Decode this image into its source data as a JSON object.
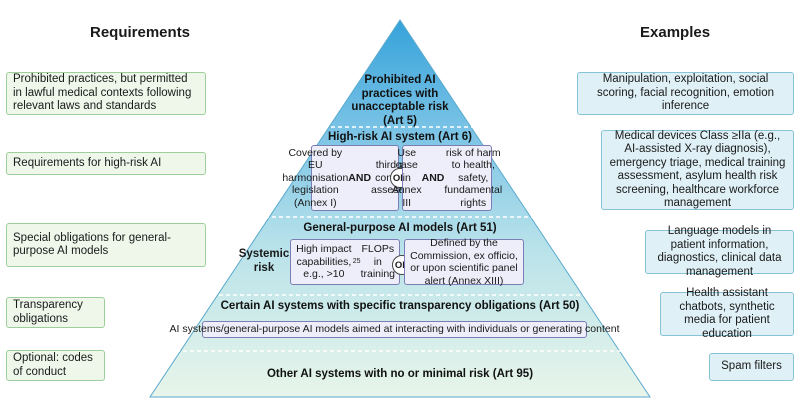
{
  "headers": {
    "requirements": "Requirements",
    "examples": "Examples"
  },
  "requirements": [
    "Prohibited practices, but permitted in lawful medical contexts following relevant laws and standards",
    "Requirements for high-risk AI",
    "Special obligations for general-purpose AI models",
    "Transparency obligations",
    "Optional: codes of conduct"
  ],
  "examples": [
    "Manipulation, exploitation, social scoring, facial recognition, emotion inference",
    "Medical devices Class ≥IIa (e.g., AI-assisted X-ray diagnosis), emergency triage, medical training assessment, asylum health risk screening, healthcare workforce management",
    "Language models in patient information, diagnostics, clinical data management",
    "Health assistant chatbots, synthetic media for patient education",
    "Spam filters"
  ],
  "pyramid": {
    "level1": "Prohibited AI practices with unacceptable risk (Art 5)",
    "level2": {
      "title": "High-risk AI system (Art 6)",
      "left_html": "Covered by EU harmonisation legislation (Annex I) <b>AND</b> third-party conformity assesement",
      "right_html": "Use case in Annex III <b>AND</b> risk of harm to health, safety, fundamental rights",
      "or": "OR"
    },
    "level3": {
      "title": "General-purpose AI models (Art 51)",
      "side_label": "Systemic risk",
      "left_html": "High impact capabilities, e.g., &gt;10<sup style=\"font-size:7px\">25</sup> FLOPs in training",
      "right": "Defined by the Commission, ex officio, or upon scientific panel alert (Annex XIII)",
      "or": "OR"
    },
    "level4": {
      "title": "Certain AI systems with specific transparency obligations (Art 50)",
      "box": "AI systems/general-purpose AI models aimed at interacting with individuals or generating content"
    },
    "level5": "Other AI systems with no or minimal risk (Art 95)"
  },
  "colors": {
    "pyramid_top": "#3aa6dc",
    "pyramid_mid": "#9fd6e6",
    "pyramid_bottom": "#e6f4ea",
    "divider": "#ffffff",
    "inner_box_border": "#7d7db6"
  }
}
